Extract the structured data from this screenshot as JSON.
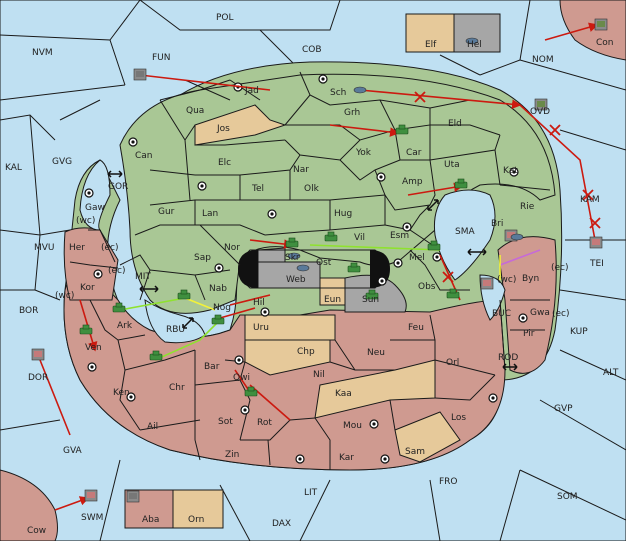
{
  "provinces": {
    "pol": "POL",
    "nvm": "NVM",
    "fun": "FUN",
    "cob": "COB",
    "nom": "NOM",
    "con": "Con",
    "elf": "Elf",
    "hel": "Hel",
    "jad": "Jad",
    "sch": "Sch",
    "ovd": "OVD",
    "qua": "Qua",
    "jos": "Jos",
    "grh": "Grh",
    "eld": "Eld",
    "can": "Can",
    "yok": "Yok",
    "car": "Car",
    "kal": "KAL",
    "gvg": "GVG",
    "elc": "Elc",
    "nar": "Nar",
    "uta": "Uta",
    "kat": "Kat",
    "gor": "GOR",
    "tel": "Tel",
    "olk": "Olk",
    "amp": "Amp",
    "kam": "KAM",
    "gaw": "Gaw",
    "gur": "Gur",
    "lan": "Lan",
    "hug": "Hug",
    "bri": "Bri",
    "rie": "Rie",
    "mvu": "MVU",
    "her": "Her",
    "nor": "Nor",
    "skr": "Skr",
    "vil": "Vil",
    "esm": "Esm",
    "sma": "SMA",
    "sap": "Sap",
    "web": "Web",
    "ost": "Ost",
    "mel": "Mel",
    "tei": "TEI",
    "kor": "Kor",
    "mit": "MIT",
    "nab": "Nab",
    "eun": "Eun",
    "sun": "Sun",
    "obs": "Obs",
    "byn": "Byn",
    "bor": "BOR",
    "ark": "Ark",
    "nog": "Nog",
    "hil": "Hil",
    "buc": "BUC",
    "gwa": "Gwa",
    "kup": "KUP",
    "rbu": "RBU",
    "uru": "Uru",
    "feu": "Feu",
    "pir": "Pir",
    "ven": "Ven",
    "chp": "Chp",
    "neu": "Neu",
    "orl": "Orl",
    "rod": "ROD",
    "dor": "DOR",
    "bar": "Bar",
    "qwi": "Qwi",
    "nil": "Nil",
    "alt": "ALT",
    "ken": "Ken",
    "chr": "Chr",
    "kaa": "Kaa",
    "ail": "Ail",
    "sot": "Sot",
    "rot": "Rot",
    "mou": "Mou",
    "los": "Los",
    "gvp": "GVP",
    "gva": "GVA",
    "zin": "Zin",
    "kar": "Kar",
    "sam": "Sam",
    "fro": "FRO",
    "lit": "LIT",
    "som": "SOM",
    "swm": "SWM",
    "aba": "Aba",
    "orn": "Orn",
    "cow": "Cow",
    "dax": "DAX"
  },
  "coasts": {
    "gaw_wc": "(wc)",
    "her_ec": "(ec)",
    "kor_ec": "(ec)",
    "kor_wc": "(wc)",
    "byn_wc": "(wc)",
    "byn_ec": "(ec)",
    "gwa_ec": "(ec)"
  },
  "colors": {
    "green_power": "#a9c795",
    "red_power": "#cf9a90",
    "neutral": "#e6c99a",
    "impassable": "#a6a6a6",
    "sea": "#bfe0f2",
    "move_order": "#cc1a10",
    "support_order": "#8fe22f"
  },
  "icons": [
    "army-icon",
    "fleet-icon",
    "supply-center-icon",
    "failed-order-x-icon",
    "canal-arrow-icon"
  ]
}
